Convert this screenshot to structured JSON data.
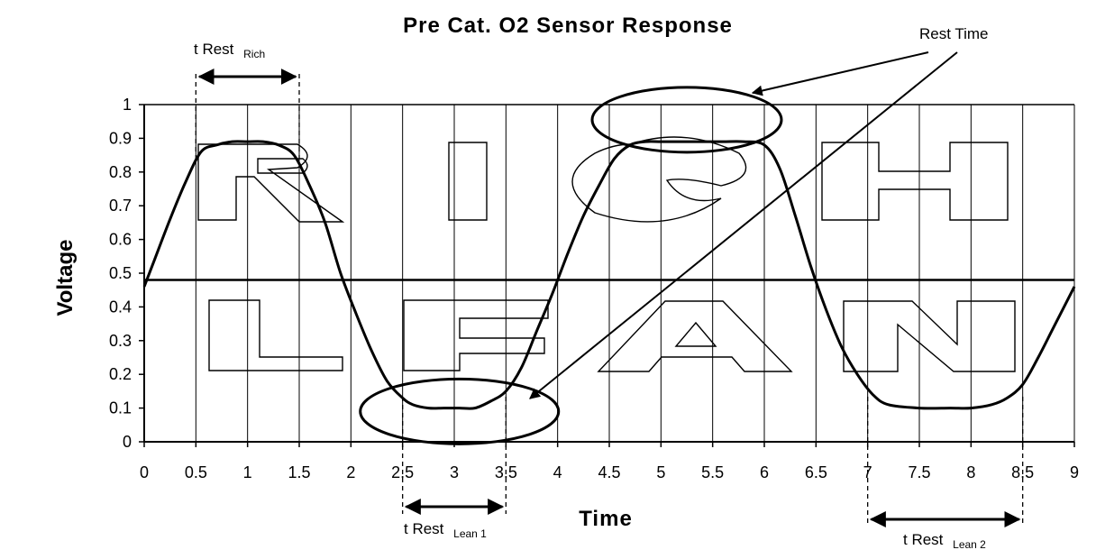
{
  "chart_data": {
    "type": "line",
    "title": "Pre Cat. O2 Sensor Response",
    "xlabel": "Time",
    "ylabel": "Voltage",
    "xlim": [
      0,
      9
    ],
    "ylim": [
      0,
      1
    ],
    "x_ticks": [
      "0",
      "0.5",
      "1",
      "1.5",
      "2",
      "2.5",
      "3",
      "3.5",
      "4",
      "4.5",
      "5",
      "5.5",
      "6",
      "6.5",
      "7",
      "7.5",
      "8",
      "8.5",
      "9"
    ],
    "y_ticks": [
      "0",
      "0.1",
      "0.2",
      "0.3",
      "0.4",
      "0.5",
      "0.6",
      "0.7",
      "0.8",
      "0.9",
      "1"
    ],
    "grid": "vertical",
    "reference_line_y": 0.48,
    "series": [
      {
        "x": [
          0,
          0.1,
          0.25,
          0.4,
          0.55,
          0.7,
          0.85,
          1.0,
          1.15,
          1.3,
          1.45,
          1.6,
          1.75,
          1.9,
          2.05,
          2.2,
          2.35,
          2.5,
          2.6,
          2.75,
          2.9,
          3.05,
          3.2,
          3.35,
          3.5,
          3.65,
          3.8,
          3.95,
          4.1,
          4.25,
          4.4,
          4.55,
          4.7,
          4.85,
          5.0,
          5.2,
          5.4,
          5.6,
          5.8,
          6.0,
          6.15,
          6.3,
          6.45,
          6.6,
          6.75,
          6.9,
          7.05,
          7.2,
          7.5,
          7.8,
          8.0,
          8.2,
          8.35,
          8.5,
          8.65,
          8.8,
          9.0
        ],
        "y": [
          0.46,
          0.54,
          0.66,
          0.77,
          0.86,
          0.88,
          0.89,
          0.89,
          0.89,
          0.88,
          0.85,
          0.76,
          0.65,
          0.5,
          0.38,
          0.27,
          0.18,
          0.13,
          0.11,
          0.1,
          0.1,
          0.1,
          0.1,
          0.12,
          0.15,
          0.22,
          0.33,
          0.44,
          0.56,
          0.67,
          0.76,
          0.84,
          0.88,
          0.89,
          0.89,
          0.89,
          0.89,
          0.89,
          0.89,
          0.88,
          0.81,
          0.67,
          0.52,
          0.39,
          0.28,
          0.2,
          0.14,
          0.11,
          0.1,
          0.1,
          0.1,
          0.11,
          0.13,
          0.17,
          0.25,
          0.34,
          0.46
        ]
      }
    ],
    "rich_lean_letters": [
      "R",
      "I",
      "C",
      "H",
      "L",
      "E",
      "A",
      "N"
    ],
    "annotations": [
      {
        "text": "t Rest",
        "sub": "Rich",
        "x_range": [
          0.5,
          1.5
        ]
      },
      {
        "text": "t Rest",
        "sub": "Lean 1",
        "x_range": [
          2.5,
          3.5
        ]
      },
      {
        "text": "t Rest",
        "sub": "Lean 2",
        "x_range": [
          7,
          8.5
        ]
      },
      {
        "text": "Rest Time"
      }
    ]
  }
}
